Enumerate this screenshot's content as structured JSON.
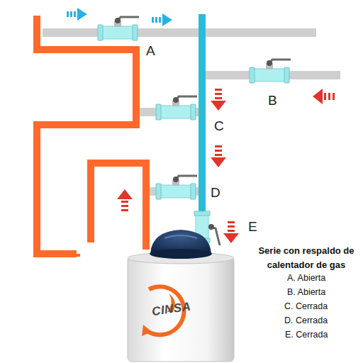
{
  "diagram": {
    "title": "Serie con respaldo de calentador de gas",
    "nodes": [
      {
        "text": [
          "CINSA"
        ]
      }
    ],
    "labels": [
      "A",
      "B",
      "C",
      "D",
      "E",
      "A. Abierta",
      "B. Abierta",
      "C. Cerrada",
      "D. Cerrada",
      "E. Cerrada"
    ]
  }
}
